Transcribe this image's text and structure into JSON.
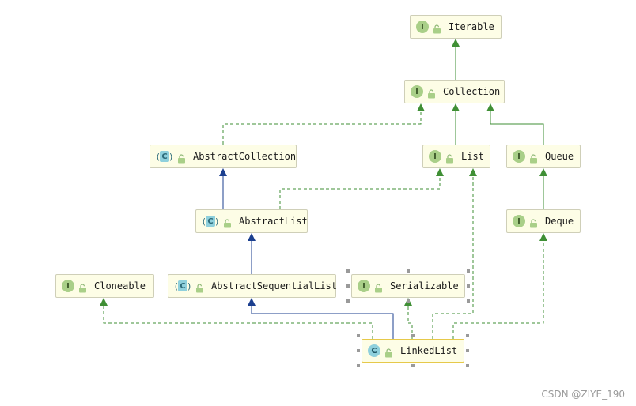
{
  "diagram": {
    "nodes": [
      {
        "id": "iterable",
        "label": "Iterable",
        "kind": "interface",
        "badge": "I"
      },
      {
        "id": "collection",
        "label": "Collection",
        "kind": "interface",
        "badge": "I"
      },
      {
        "id": "abstract-collection",
        "label": "AbstractCollection",
        "kind": "abstract",
        "badge": "C"
      },
      {
        "id": "list",
        "label": "List",
        "kind": "interface",
        "badge": "I"
      },
      {
        "id": "queue",
        "label": "Queue",
        "kind": "interface",
        "badge": "I"
      },
      {
        "id": "abstract-list",
        "label": "AbstractList",
        "kind": "abstract",
        "badge": "C"
      },
      {
        "id": "deque",
        "label": "Deque",
        "kind": "interface",
        "badge": "I"
      },
      {
        "id": "cloneable",
        "label": "Cloneable",
        "kind": "interface",
        "badge": "I"
      },
      {
        "id": "abstract-sequential-list",
        "label": "AbstractSequentialList",
        "kind": "abstract",
        "badge": "C"
      },
      {
        "id": "serializable",
        "label": "Serializable",
        "kind": "interface",
        "badge": "I"
      },
      {
        "id": "linked-list",
        "label": "LinkedList",
        "kind": "class",
        "badge": "C"
      }
    ],
    "edges": [
      {
        "from": "collection",
        "to": "iterable",
        "type": "extends-interface"
      },
      {
        "from": "abstract-collection",
        "to": "collection",
        "type": "implements"
      },
      {
        "from": "list",
        "to": "collection",
        "type": "extends-interface"
      },
      {
        "from": "queue",
        "to": "collection",
        "type": "extends-interface"
      },
      {
        "from": "abstract-list",
        "to": "abstract-collection",
        "type": "extends-class"
      },
      {
        "from": "abstract-list",
        "to": "list",
        "type": "implements"
      },
      {
        "from": "deque",
        "to": "queue",
        "type": "extends-interface"
      },
      {
        "from": "abstract-sequential-list",
        "to": "abstract-list",
        "type": "extends-class"
      },
      {
        "from": "linked-list",
        "to": "abstract-sequential-list",
        "type": "extends-class"
      },
      {
        "from": "linked-list",
        "to": "cloneable",
        "type": "implements"
      },
      {
        "from": "linked-list",
        "to": "serializable",
        "type": "implements"
      },
      {
        "from": "linked-list",
        "to": "list",
        "type": "implements"
      },
      {
        "from": "linked-list",
        "to": "deque",
        "type": "implements"
      }
    ],
    "colors": {
      "interface_edge": "#3f8f35",
      "class_edge": "#1b3f8f",
      "node_bg": "#fdfde6",
      "node_border": "#cfcfb8",
      "selected_border": "#e6c94a"
    },
    "lock_icon": "unlocked-icon"
  },
  "watermark": "CSDN @ZIYE_190"
}
